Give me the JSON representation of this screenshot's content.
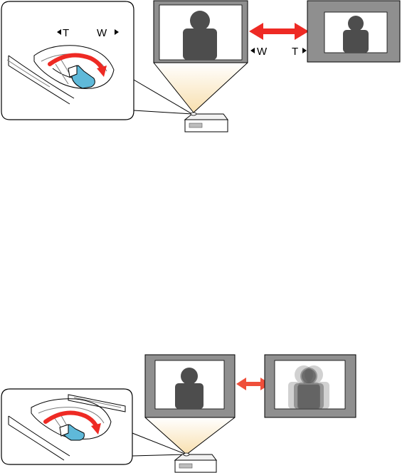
{
  "zoom_figure": {
    "ring_left_label": "T",
    "ring_right_label": "W",
    "result_left_label": "W",
    "result_right_label": "T"
  },
  "colors": {
    "arrow_red": "#ee2a24",
    "focus_arrow": "#ef4f3a",
    "ring_tab": "#5fb9d9",
    "screen_gray": "#8f8f8f",
    "person": "#4d4d4d",
    "beam": "#fbe9c4"
  }
}
